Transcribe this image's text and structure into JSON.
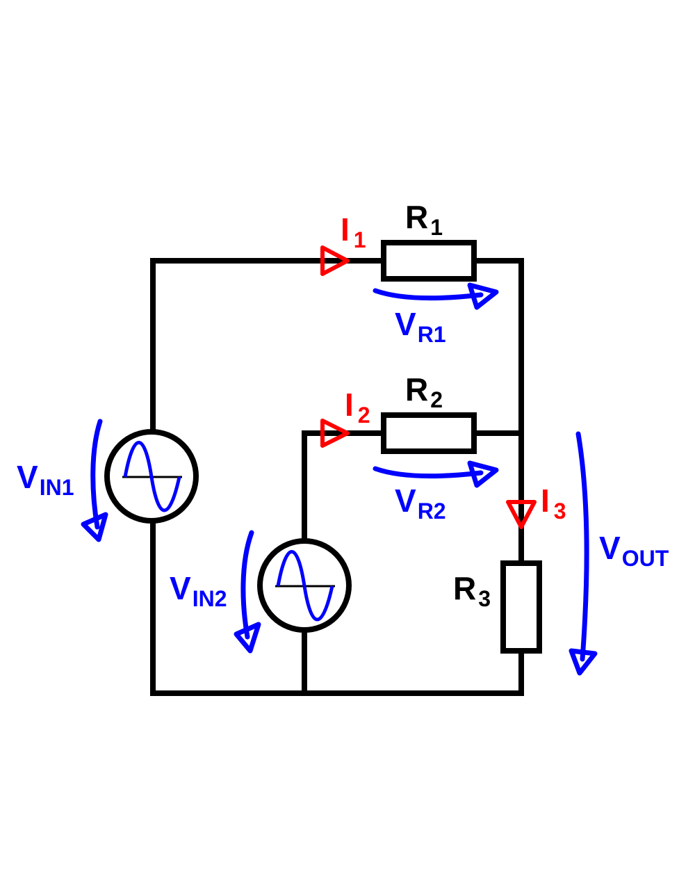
{
  "colors": {
    "wire": "#000000",
    "current": "#ff0000",
    "voltage": "#0000ff",
    "background": "#ffffff"
  },
  "resistors": {
    "r1": {
      "main": "R",
      "sub": "1"
    },
    "r2": {
      "main": "R",
      "sub": "2"
    },
    "r3": {
      "main": "R",
      "sub": "3"
    }
  },
  "currents": {
    "i1": {
      "main": "I",
      "sub": "1"
    },
    "i2": {
      "main": "I",
      "sub": "2"
    },
    "i3": {
      "main": "I",
      "sub": "3"
    }
  },
  "voltages": {
    "vr1": {
      "main": "V",
      "sub": "R1"
    },
    "vr2": {
      "main": "V",
      "sub": "R2"
    },
    "vin1": {
      "main": "V",
      "sub": "IN1"
    },
    "vin2": {
      "main": "V",
      "sub": "IN2"
    },
    "vout": {
      "main": "V",
      "sub": "OUT"
    }
  },
  "sources": {
    "src1": {
      "icon": "ac-source-icon"
    },
    "src2": {
      "icon": "ac-source-icon"
    }
  }
}
